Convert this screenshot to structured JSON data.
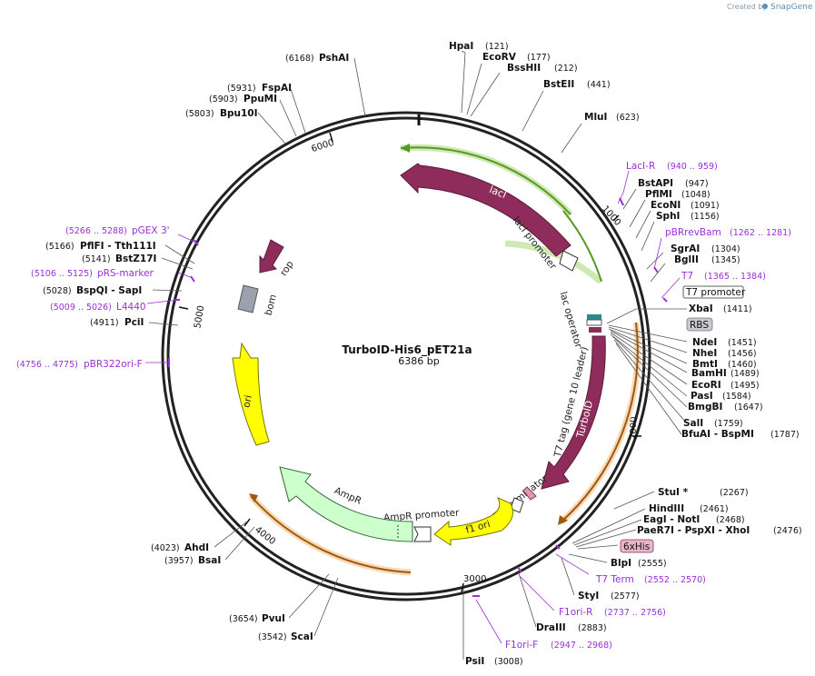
{
  "brand": {
    "prefix": "Created by",
    "name": "SnapGene"
  },
  "plasmid": {
    "name": "TurboID-His6_pET21a",
    "length": "6386 bp"
  },
  "ticks": [
    "1000",
    "2000",
    "3000",
    "4000",
    "5000",
    "6000"
  ],
  "features": {
    "lacI": "lacI",
    "lacI_promoter": "lacI promoter",
    "lac_operator": "lac operator",
    "T7_tag": "T7 tag (gene 10 leader)",
    "TurboID": "TurboID",
    "T7_terminator": "T7 terminator",
    "f1_ori": "f1 ori",
    "AmpR_promoter": "AmpR promoter",
    "AmpR": "AmpR",
    "ori": "ori",
    "bom": "bom",
    "rop": "rop",
    "T7_promoter": "T7 promoter",
    "RBS": "RBS",
    "sixHis": "6xHis"
  },
  "sites": [
    {
      "name": "HpaI",
      "pos": "(121)"
    },
    {
      "name": "EcoRV",
      "pos": "(177)"
    },
    {
      "name": "BssHII",
      "pos": "(212)"
    },
    {
      "name": "BstEII",
      "pos": "(441)"
    },
    {
      "name": "MluI",
      "pos": "(623)"
    },
    {
      "name": "BstAPI",
      "pos": "(947)"
    },
    {
      "name": "PflMI",
      "pos": "(1048)"
    },
    {
      "name": "EcoNI",
      "pos": "(1091)"
    },
    {
      "name": "SphI",
      "pos": "(1156)"
    },
    {
      "name": "SgrAI",
      "pos": "(1304)"
    },
    {
      "name": "BglII",
      "pos": "(1345)"
    },
    {
      "name": "XbaI",
      "pos": "(1411)"
    },
    {
      "name": "NdeI",
      "pos": "(1451)"
    },
    {
      "name": "NheI",
      "pos": "(1456)"
    },
    {
      "name": "BmtI",
      "pos": "(1460)"
    },
    {
      "name": "BamHI",
      "pos": "(1489)"
    },
    {
      "name": "EcoRI",
      "pos": "(1495)"
    },
    {
      "name": "PasI",
      "pos": "(1584)"
    },
    {
      "name": "BmgBI",
      "pos": "(1647)"
    },
    {
      "name": "SalI",
      "pos": "(1759)"
    },
    {
      "name": "BfuAI - BspMI",
      "pos": "(1787)"
    },
    {
      "name": "StuI *",
      "pos": "(2267)"
    },
    {
      "name": "HindIII",
      "pos": "(2461)"
    },
    {
      "name": "EagI - NotI",
      "pos": "(2468)"
    },
    {
      "name": "PaeR7I - PspXI - XhoI",
      "pos": "(2476)"
    },
    {
      "name": "BlpI",
      "pos": "(2555)"
    },
    {
      "name": "StyI",
      "pos": "(2577)"
    },
    {
      "name": "DraIII",
      "pos": "(2883)"
    },
    {
      "name": "PsiI",
      "pos": "(3008)"
    },
    {
      "name": "ScaI",
      "pos": "(3542)"
    },
    {
      "name": "PvuI",
      "pos": "(3654)"
    },
    {
      "name": "BsaI",
      "pos": "(3957)"
    },
    {
      "name": "AhdI",
      "pos": "(4023)"
    },
    {
      "name": "PciI",
      "pos": "(4911)"
    },
    {
      "name": "BspQI - SapI",
      "pos": "(5028)"
    },
    {
      "name": "BstZ17I",
      "pos": "(5141)"
    },
    {
      "name": "PflFI - Tth111I",
      "pos": "(5166)"
    },
    {
      "name": "Bpu10I",
      "pos": "(5803)"
    },
    {
      "name": "PpuMI",
      "pos": "(5903)"
    },
    {
      "name": "FspAI",
      "pos": "(5931)"
    },
    {
      "name": "PshAI",
      "pos": "(6168)"
    }
  ],
  "primers": [
    {
      "name": "LacI-R",
      "pos": "(940 .. 959)"
    },
    {
      "name": "pBRrevBam",
      "pos": "(1262 .. 1281)"
    },
    {
      "name": "T7",
      "pos": "(1365 .. 1384)"
    },
    {
      "name": "T7 Term",
      "pos": "(2552 .. 2570)"
    },
    {
      "name": "F1ori-R",
      "pos": "(2737 .. 2756)"
    },
    {
      "name": "F1ori-F",
      "pos": "(2947 .. 2968)"
    },
    {
      "name": "pGEX 3'",
      "pos": "(5266 .. 5288)"
    },
    {
      "name": "pRS-marker",
      "pos": "(5106 .. 5125)"
    },
    {
      "name": "L4440",
      "pos": "(5009 .. 5026)"
    },
    {
      "name": "pBR322ori-F",
      "pos": "(4756 .. 4775)"
    }
  ],
  "colors": {
    "lacI": "#8e2d5c",
    "TurboID": "#8e2d5c",
    "rop": "#8e2d5c",
    "ori": "#ffff00",
    "f1_ori": "#ffff00",
    "AmpR": "#ccffcc",
    "bom": "#9aa3ad",
    "primer": "#9b2fd6",
    "orf_orange": "#f5a84d",
    "orf_green": "#66bb22"
  }
}
